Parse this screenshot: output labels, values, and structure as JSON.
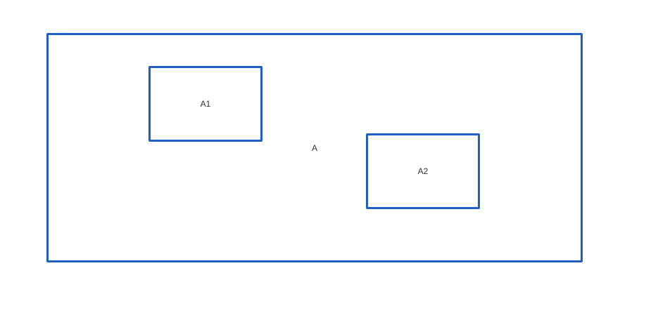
{
  "diagram": {
    "nodes": [
      {
        "id": "A",
        "label": "A"
      },
      {
        "id": "A1",
        "label": "A1",
        "parent": "A"
      },
      {
        "id": "A2",
        "label": "A2",
        "parent": "A"
      }
    ],
    "colors": {
      "border": "#1f5fc4",
      "text": "#333333",
      "background": "#ffffff"
    }
  }
}
